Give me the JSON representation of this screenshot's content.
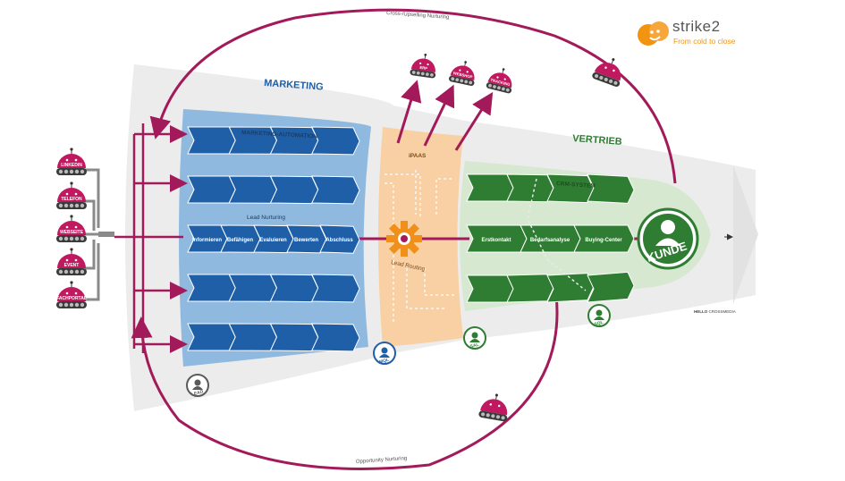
{
  "logo": {
    "name": "strike2",
    "tagline": "From cold to close",
    "brand_color": "#f29410"
  },
  "loops": {
    "top": "Cross-/Upselling Nurturing",
    "bottom": "Opportunity Nurturing"
  },
  "sections": {
    "marketing": "MARKETING",
    "vertrieb": "VERTRIEB"
  },
  "marketing": {
    "box_title": "MARKETING-AUTOMATION",
    "nurturing_label": "Lead Nurturing",
    "stages": [
      "Informieren",
      "Befähigen",
      "Evaluieren",
      "Bewerten",
      "Abschluss"
    ]
  },
  "ipaas": {
    "title": "iPAAS",
    "routing_label": "Lead Routing"
  },
  "crm": {
    "title": "CRM-SYSTEM",
    "stages": [
      "Erstkontakt",
      "Bedarfsanalyse",
      "Buying-Center"
    ]
  },
  "customer": {
    "label": "KUNDE"
  },
  "sources": [
    "LINKEDIN",
    "TELEFON",
    "WEBSEITE",
    "EVENT",
    "FACHPORTAL"
  ],
  "systems": [
    "ERP",
    "WEBSHOP",
    "TRACKING"
  ],
  "stage_badges": {
    "lead": "LEAD",
    "mql": "MQL",
    "sal": "SAL",
    "sql": "SQL"
  },
  "credit": {
    "brand": "HELLO",
    "suffix": "CROSSMEDIA"
  },
  "colors": {
    "magenta": "#a31a5a",
    "robot": "#c0195f",
    "marketing_blue": "#1f5fa8",
    "marketing_bg": "#8fb9de",
    "crm_green": "#2f7d32",
    "crm_bg": "#d6e8d0",
    "ipaas_bg": "#f8d0a4",
    "gear": "#f0901a",
    "funnel_bg": "#ececec"
  }
}
